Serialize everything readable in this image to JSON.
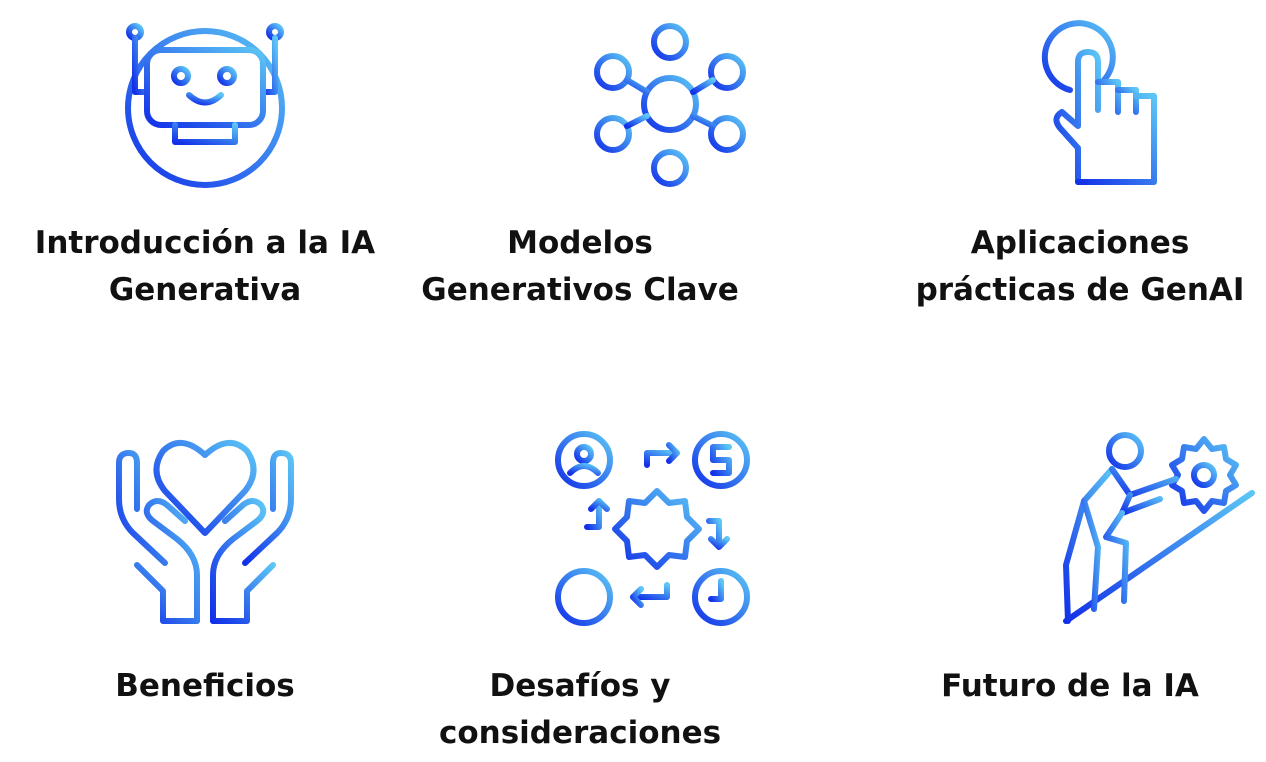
{
  "colors": {
    "gradient_start": "#1230e8",
    "gradient_end": "#5cc6f5",
    "text": "#111111"
  },
  "topics": [
    {
      "icon": "robot-icon",
      "line1": "Introducción a la IA",
      "line2": "Generativa"
    },
    {
      "icon": "network-icon",
      "line1": "Modelos",
      "line2": "Generativos Clave"
    },
    {
      "icon": "touch-hand-icon",
      "line1": "Aplicaciones",
      "line2": "prácticas de GenAI"
    },
    {
      "icon": "heart-hands-icon",
      "line1": "Beneficios",
      "line2": ""
    },
    {
      "icon": "challenges-cycle-icon",
      "line1": "Desafíos y",
      "line2": "consideraciones"
    },
    {
      "icon": "climbing-gear-icon",
      "line1": "Futuro de la IA",
      "line2": ""
    }
  ]
}
